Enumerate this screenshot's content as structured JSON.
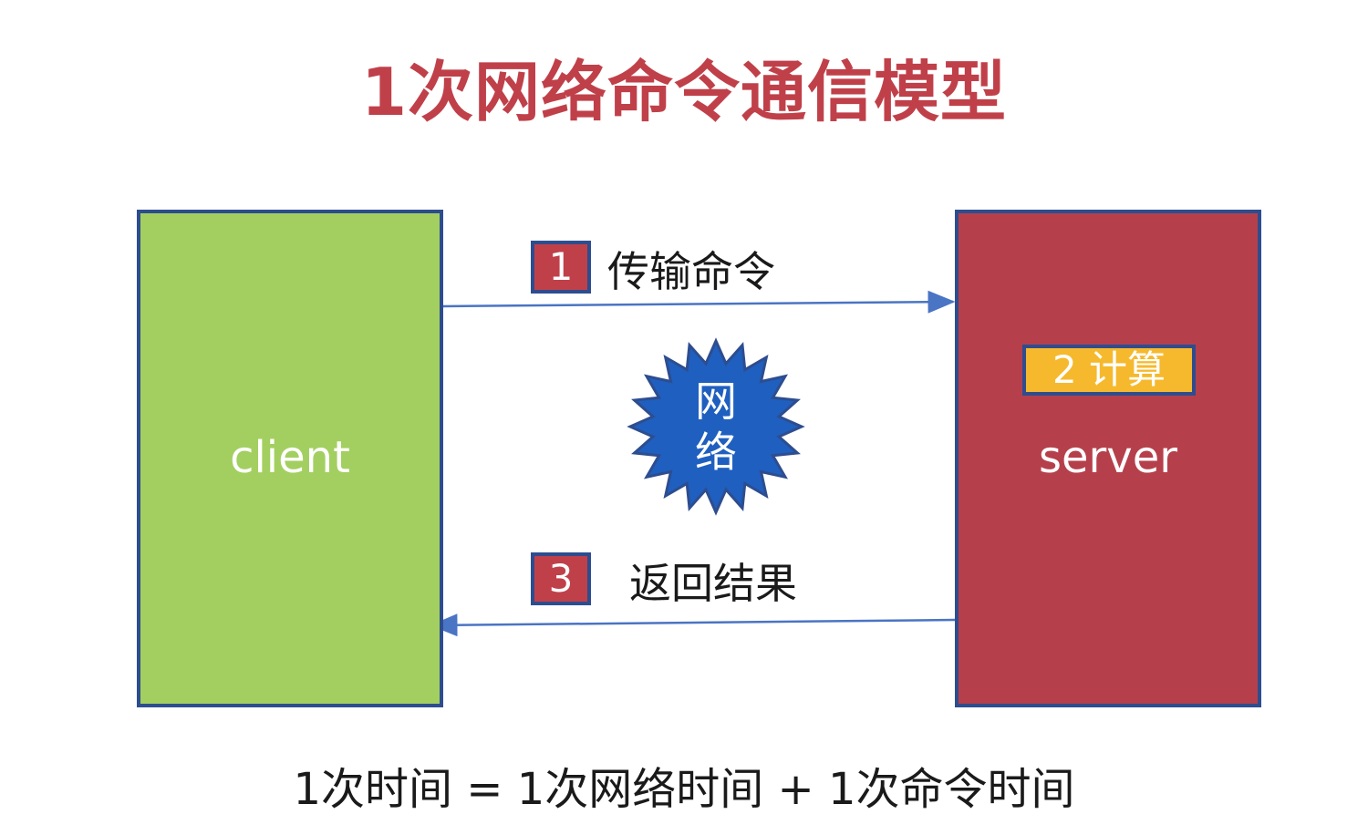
{
  "title": "1次网络命令通信模型",
  "client": {
    "label": "client"
  },
  "server": {
    "label": "server",
    "compute_badge": "2 计算"
  },
  "steps": [
    {
      "number": "1",
      "text": "传输命令"
    },
    {
      "number": "3",
      "text": "返回结果"
    }
  ],
  "network": {
    "line1": "网",
    "line2": "络"
  },
  "formula": "1次时间 = 1次网络时间 + 1次命令时间",
  "colors": {
    "title": "#c0404a",
    "client_fill": "#a3cf60",
    "server_fill": "#b5404b",
    "border": "#2d4d8f",
    "burst_fill": "#1f5fbf",
    "badge_fill": "#f6b92d",
    "arrow": "#4a74c4"
  }
}
